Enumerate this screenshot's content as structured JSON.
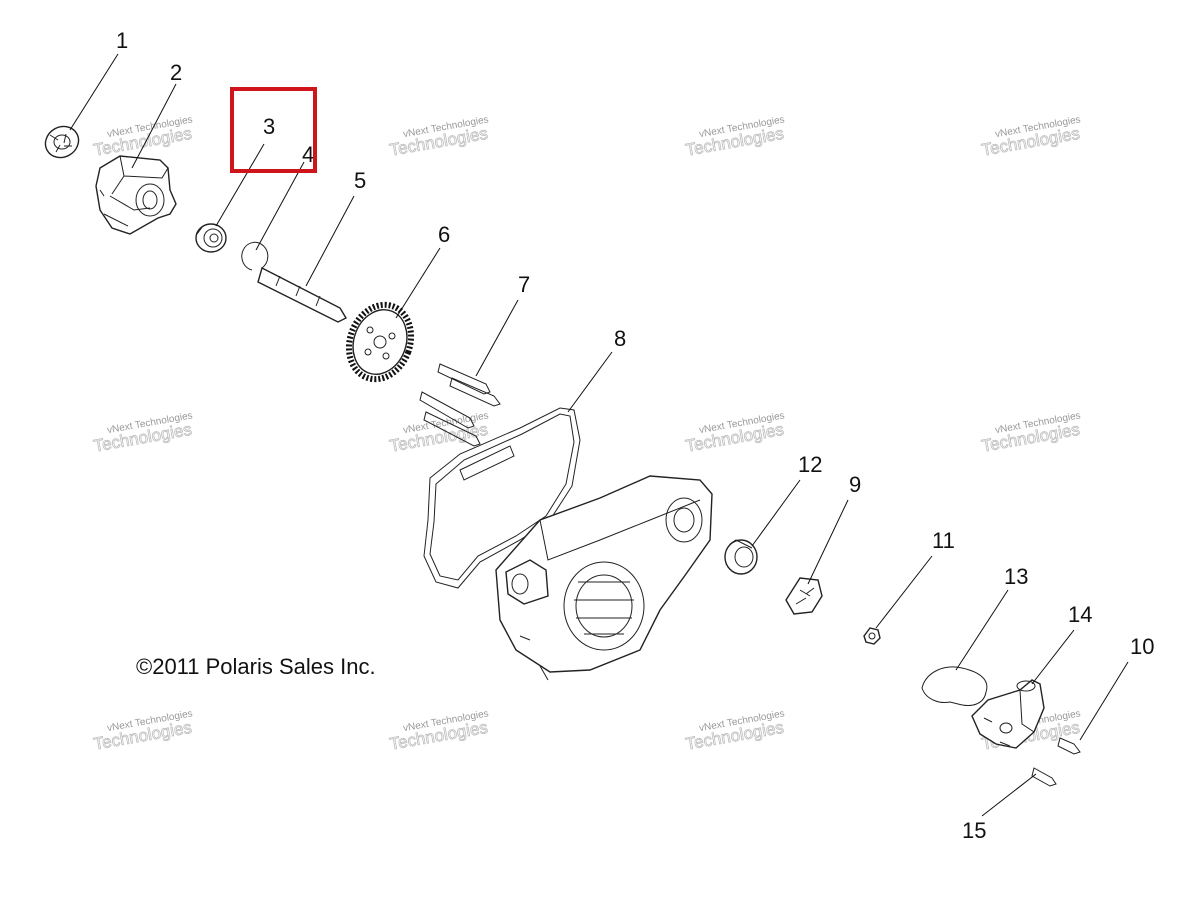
{
  "copyright": "©2011 Polaris Sales Inc.",
  "watermark": {
    "line1": "vNext Technologies",
    "line2": "Technologies"
  },
  "callouts": [
    "1",
    "2",
    "3",
    "4",
    "5",
    "6",
    "7",
    "8",
    "9",
    "10",
    "11",
    "12",
    "13",
    "14",
    "15"
  ],
  "highlight": {
    "callout": "3",
    "color": "#d0141b"
  }
}
